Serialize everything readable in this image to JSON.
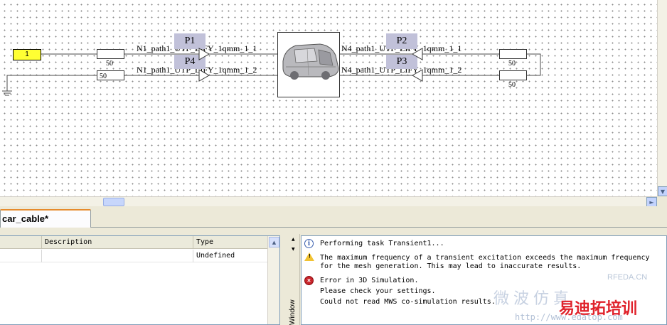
{
  "schematic": {
    "source_label": "1",
    "resistors": {
      "left_top": "50",
      "left_bottom": "50",
      "right_top": "50",
      "right_bottom": "50"
    },
    "ports": {
      "p1": "P1",
      "p4": "P4",
      "p2": "P2",
      "p3": "P3"
    },
    "net_labels": {
      "left_top": "N1_path1_UTP_LIFY_1qmm_1_1",
      "left_bottom": "N1_path1_UTP_LIFY_1qmm_1_2",
      "right_top": "N4_path1_UTP_LIFY_1qmm_1_1",
      "right_bottom": "N4_path1_UTP_LIFY_1qmm_1_2"
    }
  },
  "tabs": [
    {
      "label": "car_cable*"
    }
  ],
  "table": {
    "columns": [
      "",
      "Description",
      "Type"
    ],
    "rows": [
      [
        "",
        "",
        "Undefined"
      ]
    ]
  },
  "messages_window": {
    "title": "Window",
    "messages": [
      {
        "type": "info",
        "lines": [
          "Performing task Transient1..."
        ]
      },
      {
        "type": "warning",
        "lines": [
          "The maximum frequency of a transient excitation exceeds the maximum frequency",
          "for the mesh generation. This may lead to inaccurate results."
        ]
      },
      {
        "type": "error",
        "lines": [
          "Error in 3D Simulation.",
          "Please check your settings.",
          "Could not read MWS co-simulation results."
        ]
      }
    ]
  },
  "watermark": {
    "small": "RFEDA.CN",
    "cn_faded": "微波仿真",
    "cn_main": "易迪拓培训",
    "url": "http://www.edatop.com"
  },
  "colors": {
    "source_fill": "#ffff33",
    "port_fill": "#c1c1d9",
    "canvas_bg": "#ffffff",
    "chrome_bg": "#ece9d8",
    "tab_accent": "#e68b2c",
    "watermark_red": "#e0222b"
  }
}
